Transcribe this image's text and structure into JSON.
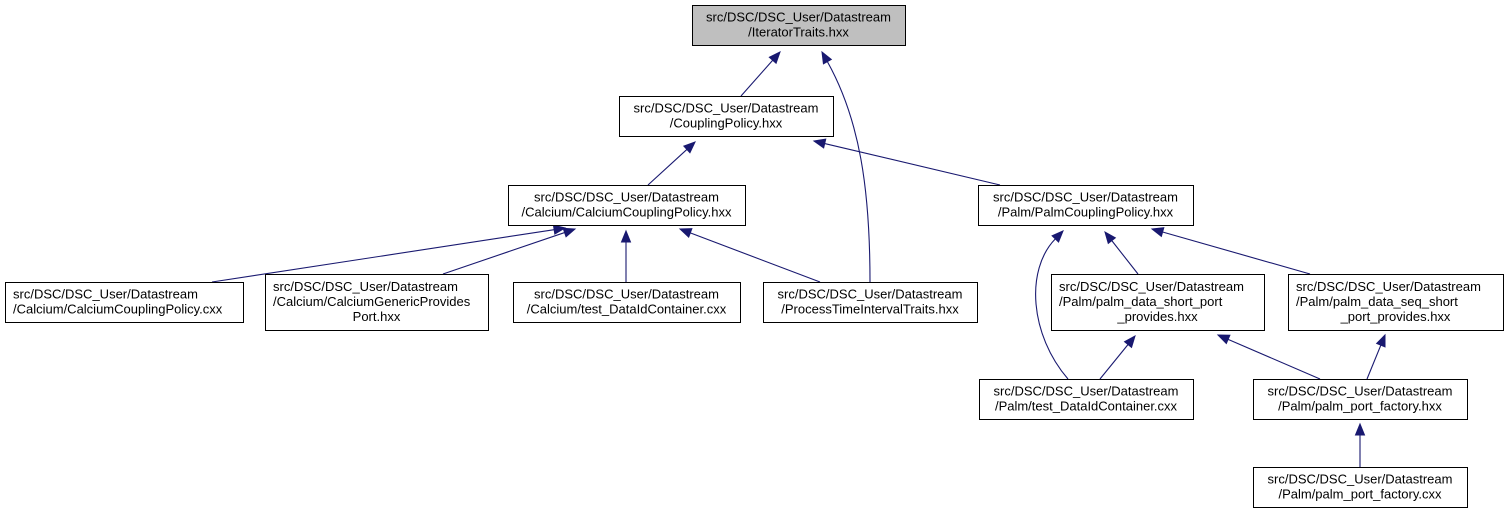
{
  "diagram": {
    "type": "include-dependency-graph",
    "colors": {
      "focus_fill": "#bfbfbf",
      "node_fill": "#ffffff",
      "node_border": "#000000",
      "edge": "#191970"
    },
    "nodes": [
      {
        "id": "n0",
        "lines": [
          "src/DSC/DSC_User/Datastream",
          "/IteratorTraits.hxx"
        ],
        "focus": true
      },
      {
        "id": "n1",
        "lines": [
          "src/DSC/DSC_User/Datastream",
          "/CouplingPolicy.hxx"
        ]
      },
      {
        "id": "n2",
        "lines": [
          "src/DSC/DSC_User/Datastream",
          "/Calcium/CalciumCouplingPolicy.hxx"
        ]
      },
      {
        "id": "n3",
        "lines": [
          "src/DSC/DSC_User/Datastream",
          "/Palm/PalmCouplingPolicy.hxx"
        ]
      },
      {
        "id": "n4",
        "lines": [
          "src/DSC/DSC_User/Datastream",
          "/Calcium/CalciumCouplingPolicy.cxx"
        ],
        "align": "left"
      },
      {
        "id": "n5",
        "lines": [
          "src/DSC/DSC_User/Datastream",
          "/Calcium/CalciumGenericProvides",
          "Port.hxx"
        ],
        "align": "left"
      },
      {
        "id": "n6",
        "lines": [
          "src/DSC/DSC_User/Datastream",
          "/Calcium/test_DataIdContainer.cxx"
        ]
      },
      {
        "id": "n7",
        "lines": [
          "src/DSC/DSC_User/Datastream",
          "/ProcessTimeIntervalTraits.hxx"
        ]
      },
      {
        "id": "n8",
        "lines": [
          "src/DSC/DSC_User/Datastream",
          "/Palm/palm_data_short_port",
          "_provides.hxx"
        ],
        "align": "left"
      },
      {
        "id": "n9",
        "lines": [
          "src/DSC/DSC_User/Datastream",
          "/Palm/palm_data_seq_short",
          "_port_provides.hxx"
        ],
        "align": "left"
      },
      {
        "id": "n10",
        "lines": [
          "src/DSC/DSC_User/Datastream",
          "/Palm/test_DataIdContainer.cxx"
        ]
      },
      {
        "id": "n11",
        "lines": [
          "src/DSC/DSC_User/Datastream",
          "/Palm/palm_port_factory.hxx"
        ]
      },
      {
        "id": "n12",
        "lines": [
          "src/DSC/DSC_User/Datastream",
          "/Palm/palm_port_factory.cxx"
        ]
      }
    ],
    "edges": [
      {
        "from": "n1",
        "to": "n0"
      },
      {
        "from": "n7",
        "to": "n0"
      },
      {
        "from": "n2",
        "to": "n1"
      },
      {
        "from": "n3",
        "to": "n1"
      },
      {
        "from": "n4",
        "to": "n2"
      },
      {
        "from": "n5",
        "to": "n2"
      },
      {
        "from": "n6",
        "to": "n2"
      },
      {
        "from": "n7",
        "to": "n2"
      },
      {
        "from": "n10",
        "to": "n3"
      },
      {
        "from": "n8",
        "to": "n3"
      },
      {
        "from": "n9",
        "to": "n3"
      },
      {
        "from": "n10",
        "to": "n8"
      },
      {
        "from": "n11",
        "to": "n8"
      },
      {
        "from": "n11",
        "to": "n9"
      },
      {
        "from": "n12",
        "to": "n11"
      }
    ]
  }
}
